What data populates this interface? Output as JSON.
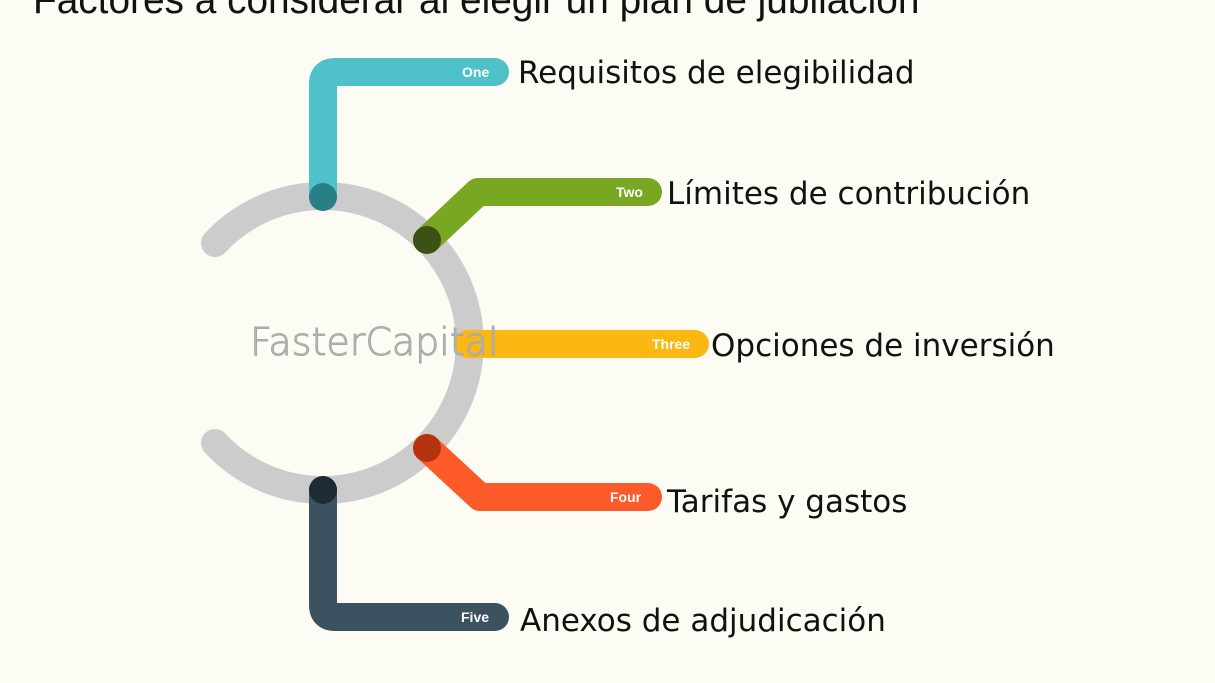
{
  "title": "Factores a considerar al elegir un plan de jubilación",
  "watermark": "FasterCapital",
  "steps": [
    {
      "tag": "One",
      "label": "Requisitos de elegibilidad",
      "color": "#4fc1c9"
    },
    {
      "tag": "Two",
      "label": "Límites de contribución",
      "color": "#78a822"
    },
    {
      "tag": "Three",
      "label": "Opciones de inversión",
      "color": "#fbb712"
    },
    {
      "tag": "Four",
      "label": "Tarifas y gastos",
      "color": "#fd5a2a"
    },
    {
      "tag": "Five",
      "label": "Anexos de adjudicación",
      "color": "#3d5260"
    }
  ]
}
